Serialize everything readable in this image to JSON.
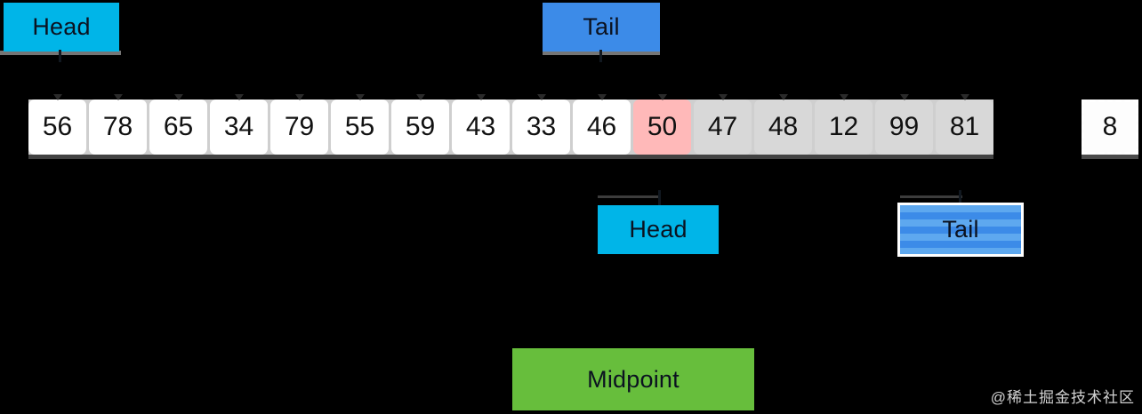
{
  "background_color": "#000000",
  "array": {
    "name": "data-array",
    "cells": [
      {
        "value": "56",
        "state": "normal"
      },
      {
        "value": "78",
        "state": "normal"
      },
      {
        "value": "65",
        "state": "normal"
      },
      {
        "value": "34",
        "state": "normal"
      },
      {
        "value": "79",
        "state": "normal"
      },
      {
        "value": "55",
        "state": "normal"
      },
      {
        "value": "59",
        "state": "normal"
      },
      {
        "value": "43",
        "state": "normal"
      },
      {
        "value": "33",
        "state": "normal"
      },
      {
        "value": "46",
        "state": "normal"
      },
      {
        "value": "50",
        "state": "pivot"
      },
      {
        "value": "47",
        "state": "inactive"
      },
      {
        "value": "48",
        "state": "inactive"
      },
      {
        "value": "12",
        "state": "inactive"
      },
      {
        "value": "99",
        "state": "inactive"
      },
      {
        "value": "81",
        "state": "inactive"
      }
    ],
    "detached_cell": {
      "value": "8",
      "state": "dashed"
    }
  },
  "labels": {
    "head_top": "Head",
    "tail_top": "Tail",
    "head_bottom": "Head",
    "tail_bottom": "Tail",
    "midpoint": "Midpoint"
  },
  "colors": {
    "head": "#00b5e8",
    "tail": "#3c8be8",
    "tail_selected_stripe": "#5ea8ef",
    "midpoint": "#67be3c",
    "pivot_cell": "#ffb9b9",
    "inactive_cell": "#d8d8d8",
    "normal_cell": "#ffffff",
    "array_track": "#cfcfcf",
    "text_dark": "#111111"
  },
  "watermark": {
    "text": "@稀土掘金技术社区"
  }
}
